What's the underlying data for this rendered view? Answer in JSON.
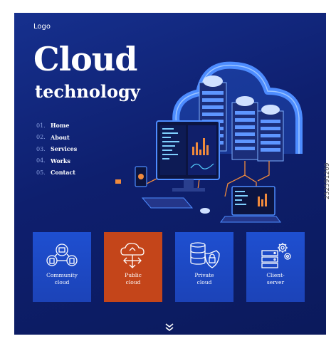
{
  "brand": {
    "logo": "Logo"
  },
  "hero": {
    "title": "Cloud",
    "subtitle": "technology"
  },
  "nav": [
    {
      "num": "01.",
      "label": "Home"
    },
    {
      "num": "02.",
      "label": "About"
    },
    {
      "num": "03.",
      "label": "Services"
    },
    {
      "num": "04.",
      "label": "Works"
    },
    {
      "num": "05.",
      "label": "Contact"
    }
  ],
  "cards": [
    {
      "label": "Community\ncloud",
      "icon": "community-network-icon"
    },
    {
      "label": "Public\ncloud",
      "icon": "cloud-arrows-icon"
    },
    {
      "label": "Private\ncloud",
      "icon": "database-shield-icon"
    },
    {
      "label": "Client-\nserver",
      "icon": "server-gears-icon"
    }
  ],
  "scroll": {
    "icon": "double-chevron-down-icon"
  },
  "stock_id": "252591269",
  "colors": {
    "background": "#0e1f6e",
    "card": "#1e4fd0",
    "card_active": "#c4451a",
    "wire": "#f08a3c"
  }
}
